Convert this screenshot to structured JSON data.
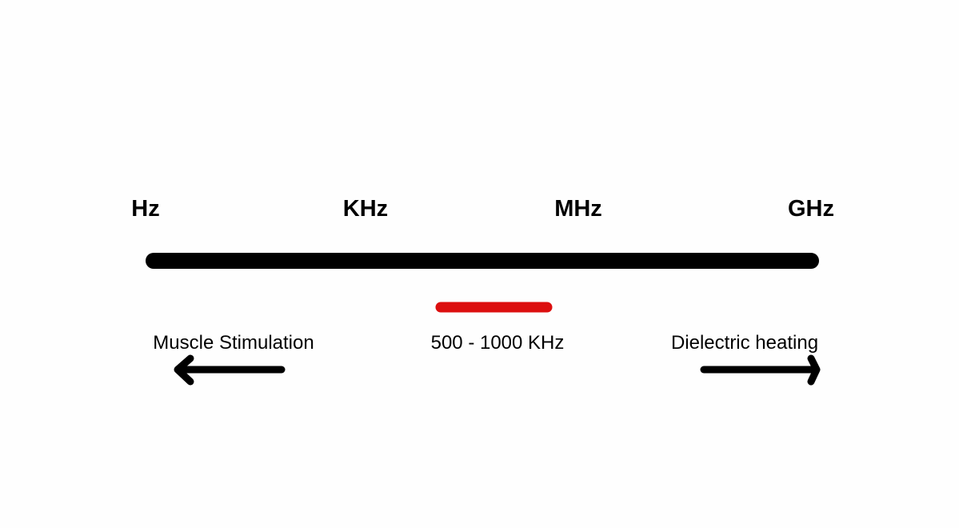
{
  "scale": {
    "units": [
      "Hz",
      "KHz",
      "MHz",
      "GHz"
    ],
    "bar_color": "#000000"
  },
  "highlight": {
    "label": "500 - 1000 KHz",
    "color": "#dc0f0f"
  },
  "left": {
    "label": "Muscle Stimulation",
    "arrow": "arrow-left-icon"
  },
  "right": {
    "label": "Dielectric heating",
    "arrow": "arrow-right-icon"
  }
}
